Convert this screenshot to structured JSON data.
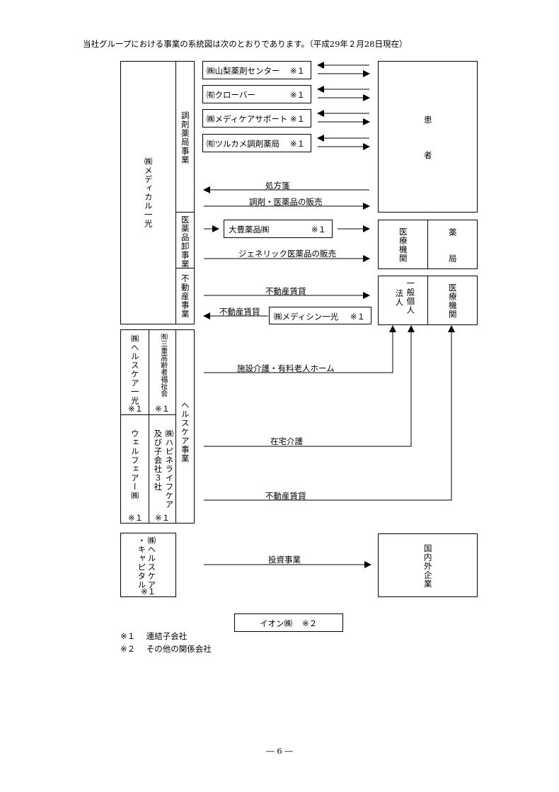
{
  "header": "当社グループにおける事業の系統図は次のとおりであります。（平成29年２月28日現在）",
  "left_group": {
    "company": "㈱メディカル一光",
    "divisions": {
      "dispensing": "調剤薬局事業",
      "wholesale": "医薬品卸事業",
      "realestate": "不動産事業"
    }
  },
  "dispensing_subs": [
    {
      "name": "㈱山梨薬剤センター",
      "mark": "※１"
    },
    {
      "name": "㈲クローバー",
      "mark": "※１"
    },
    {
      "name": "㈱メディケアサポート",
      "mark": "※１"
    },
    {
      "name": "㈲ツルカメ調剤薬局",
      "mark": "※１"
    }
  ],
  "flows": {
    "prescription": "処方箋",
    "dispense_sale": "調剤・医薬品の販売",
    "generic_sale": "ジェネリック医薬品の販売",
    "realestate_lease1": "不動産賃貸",
    "realestate_lease2": "不動産賃貸",
    "facility_care": "施設介護・有料老人ホーム",
    "home_care": "在宅介護",
    "realestate_lease3": "不動産賃貸",
    "investment": "投資事業"
  },
  "wholesale_sub": {
    "name": "大豊薬品㈱",
    "mark": "※１"
  },
  "realestate_sub": {
    "name": "㈱メディシン一光",
    "mark": "※１"
  },
  "right_boxes": {
    "patient_1": "患",
    "patient_2": "者",
    "medical_inst": "医療機関",
    "pharmacy_1": "薬",
    "pharmacy_2": "局",
    "general_1": "一般個人",
    "general_2": "法人",
    "medical_inst2": "医療機関",
    "companies": "国内外企業"
  },
  "healthcare": {
    "division": "ヘルスケア事業",
    "hc_ikko": "㈱ヘルスケア一光",
    "hc_ikko_mark": "※１",
    "sanju": "㈲三重高齢者福祉会",
    "sanju_mark": "※１",
    "welfare": "ウェルフェアー㈱",
    "welfare_mark": "※１",
    "happy": "㈱ハピネライフケア",
    "happy_sub": "及び子会社３社",
    "happy_mark": "※１"
  },
  "capital": {
    "line1": "㈱ヘルスケア",
    "line2": "・キャピタル",
    "mark": "※１"
  },
  "aeon": {
    "name": "イオン㈱",
    "mark": "※２"
  },
  "notes": [
    {
      "mark": "※１",
      "text": "連結子会社"
    },
    {
      "mark": "※２",
      "text": "その他の関係会社"
    }
  ],
  "page_number": "― 6 ―"
}
